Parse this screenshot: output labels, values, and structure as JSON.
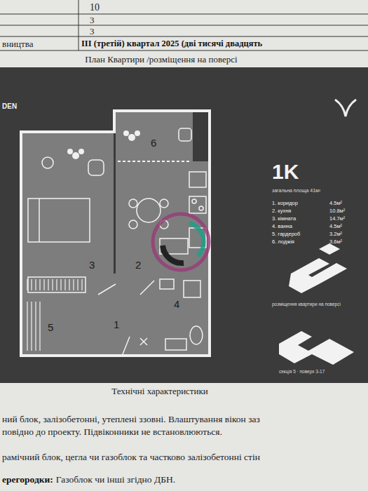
{
  "diagram": {
    "nodes": [
      {
        "text": [
          "6"
        ]
      },
      {
        "text": [
          "3"
        ]
      },
      {
        "text": [
          "2"
        ]
      },
      {
        "text": [
          "1"
        ]
      },
      {
        "text": [
          "4"
        ]
      },
      {
        "text": [
          "5"
        ]
      }
    ],
    "labels": [
      "10",
      "3",
      "3",
      "вництва",
      "III (третій) квартал 2025 (дві тисячі двадцять",
      "План Квартири /розміщення на поверсі",
      "DEN",
      "1K",
      "загальна площа 41м²",
      "1. коридор",
      "4.5м²",
      "2. кухня",
      "10.8м²",
      "3. кімната",
      "14.7м²",
      "4. ванна",
      "4.5м²",
      "5. гардероб",
      "3.2м²",
      "6. лоджія",
      "3.6м²",
      "розміщення квартири на поверсі",
      "секція 5 · поверх 3-17",
      "Технічні характеристики",
      "ний блок, залізобетонні, утеплені ззовні. Влаштування вікон заз",
      "повідно до проекту. Підвіконники не встановлюються.",
      "рамічний блок, цегла чи газоблок та частково залізобетонні стін",
      "ерегородки:",
      "Газоблок чи інші згідно ДБН."
    ]
  }
}
